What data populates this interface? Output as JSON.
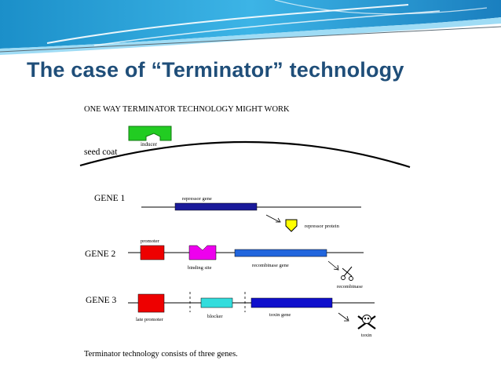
{
  "slide": {
    "title": "The case of “Terminator” technology"
  },
  "figure": {
    "heading": "ONE WAY TERMINATOR TECHNOLOGY MIGHT WORK",
    "caption": "Terminator technology consists of three genes.",
    "seed_coat_label": "seed coat",
    "inducer_label": "inducer",
    "gene1": {
      "label": "GENE 1",
      "repressor_gene": "repressor gene",
      "repressor_protein": "repressor protein"
    },
    "gene2": {
      "label": "GENE 2",
      "promoter": "promoter",
      "binding_site": "binding site",
      "recombinase_gene": "recombinase gene",
      "recombinase": "recombinase"
    },
    "gene3": {
      "label": "GENE 3",
      "late_promoter": "late promoter",
      "blocker": "blocker",
      "toxin_gene": "toxin gene",
      "toxin": "toxin"
    }
  },
  "colors": {
    "title": "#1f4e79",
    "inducer": "#22cc22",
    "repressor_gene": "#1a1a9a",
    "repressor_protein": "#ffff00",
    "promoter": "#ee0000",
    "binding_site": "#ee00ee",
    "recombinase_gene": "#2266dd",
    "blocker": "#33dddd",
    "toxin_gene": "#1010cc"
  }
}
